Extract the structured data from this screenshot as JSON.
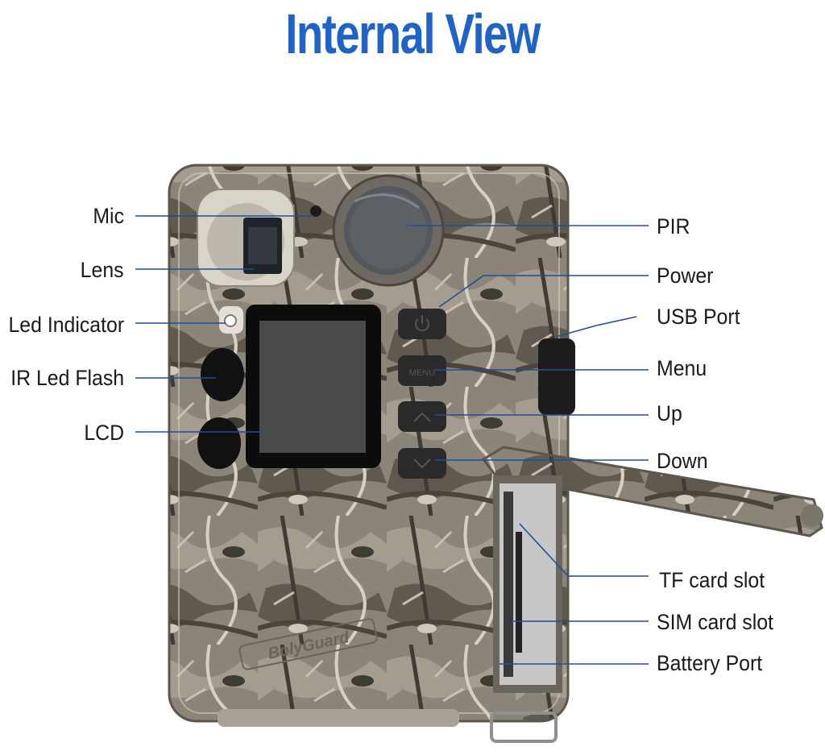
{
  "title": "Internal View",
  "brand": "BolyGuard",
  "colors": {
    "title": "#1f63c6",
    "leader_line": "#1f4f94",
    "camo_base": "#8b8478",
    "screen": "#4a4a4a"
  },
  "buttons": {
    "menu": "MENU"
  },
  "labels": {
    "left": [
      "Mic",
      "Lens",
      "Led Indicator",
      "IR Led Flash",
      "LCD"
    ],
    "right": [
      "PIR",
      "Power",
      "USB Port",
      "Menu",
      "Up",
      "Down",
      "TF card slot",
      "SIM card slot",
      "Battery Port"
    ]
  },
  "icons": [
    "power-icon",
    "chevron-up-icon",
    "chevron-down-icon"
  ]
}
